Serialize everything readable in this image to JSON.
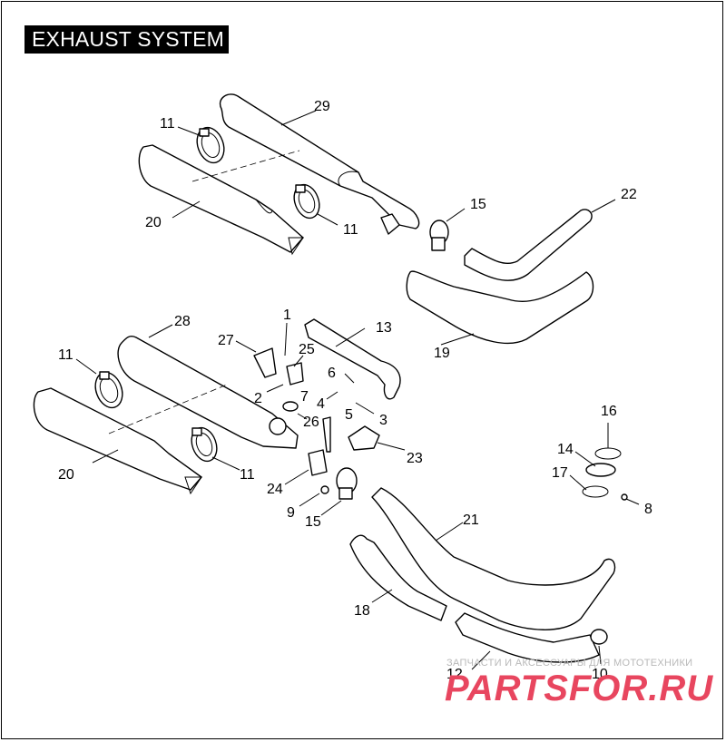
{
  "title": "EXHAUST SYSTEM",
  "callouts": [
    {
      "id": "c1",
      "label": "1"
    },
    {
      "id": "c2",
      "label": "2"
    },
    {
      "id": "c3",
      "label": "3"
    },
    {
      "id": "c4",
      "label": "4"
    },
    {
      "id": "c5",
      "label": "5"
    },
    {
      "id": "c6",
      "label": "6"
    },
    {
      "id": "c7",
      "label": "7"
    },
    {
      "id": "c8",
      "label": "8"
    },
    {
      "id": "c9",
      "label": "9"
    },
    {
      "id": "c10",
      "label": "10"
    },
    {
      "id": "c11a",
      "label": "11"
    },
    {
      "id": "c11b",
      "label": "11"
    },
    {
      "id": "c11c",
      "label": "11"
    },
    {
      "id": "c11d",
      "label": "11"
    },
    {
      "id": "c12",
      "label": "12"
    },
    {
      "id": "c13",
      "label": "13"
    },
    {
      "id": "c14",
      "label": "14"
    },
    {
      "id": "c15a",
      "label": "15"
    },
    {
      "id": "c15b",
      "label": "15"
    },
    {
      "id": "c16",
      "label": "16"
    },
    {
      "id": "c17",
      "label": "17"
    },
    {
      "id": "c18",
      "label": "18"
    },
    {
      "id": "c19",
      "label": "19"
    },
    {
      "id": "c20a",
      "label": "20"
    },
    {
      "id": "c20b",
      "label": "20"
    },
    {
      "id": "c21",
      "label": "21"
    },
    {
      "id": "c22",
      "label": "22"
    },
    {
      "id": "c23",
      "label": "23"
    },
    {
      "id": "c24",
      "label": "24"
    },
    {
      "id": "c25",
      "label": "25"
    },
    {
      "id": "c26",
      "label": "26"
    },
    {
      "id": "c27",
      "label": "27"
    },
    {
      "id": "c28",
      "label": "28"
    },
    {
      "id": "c29",
      "label": "29"
    }
  ],
  "watermark": {
    "tagline": "ЗАПЧАСТИ И АКСЕССУАРЫ ДЛЯ МОТОТЕХНИКИ",
    "brand": "PARTSFOR.RU",
    "color": "#e8465f"
  }
}
